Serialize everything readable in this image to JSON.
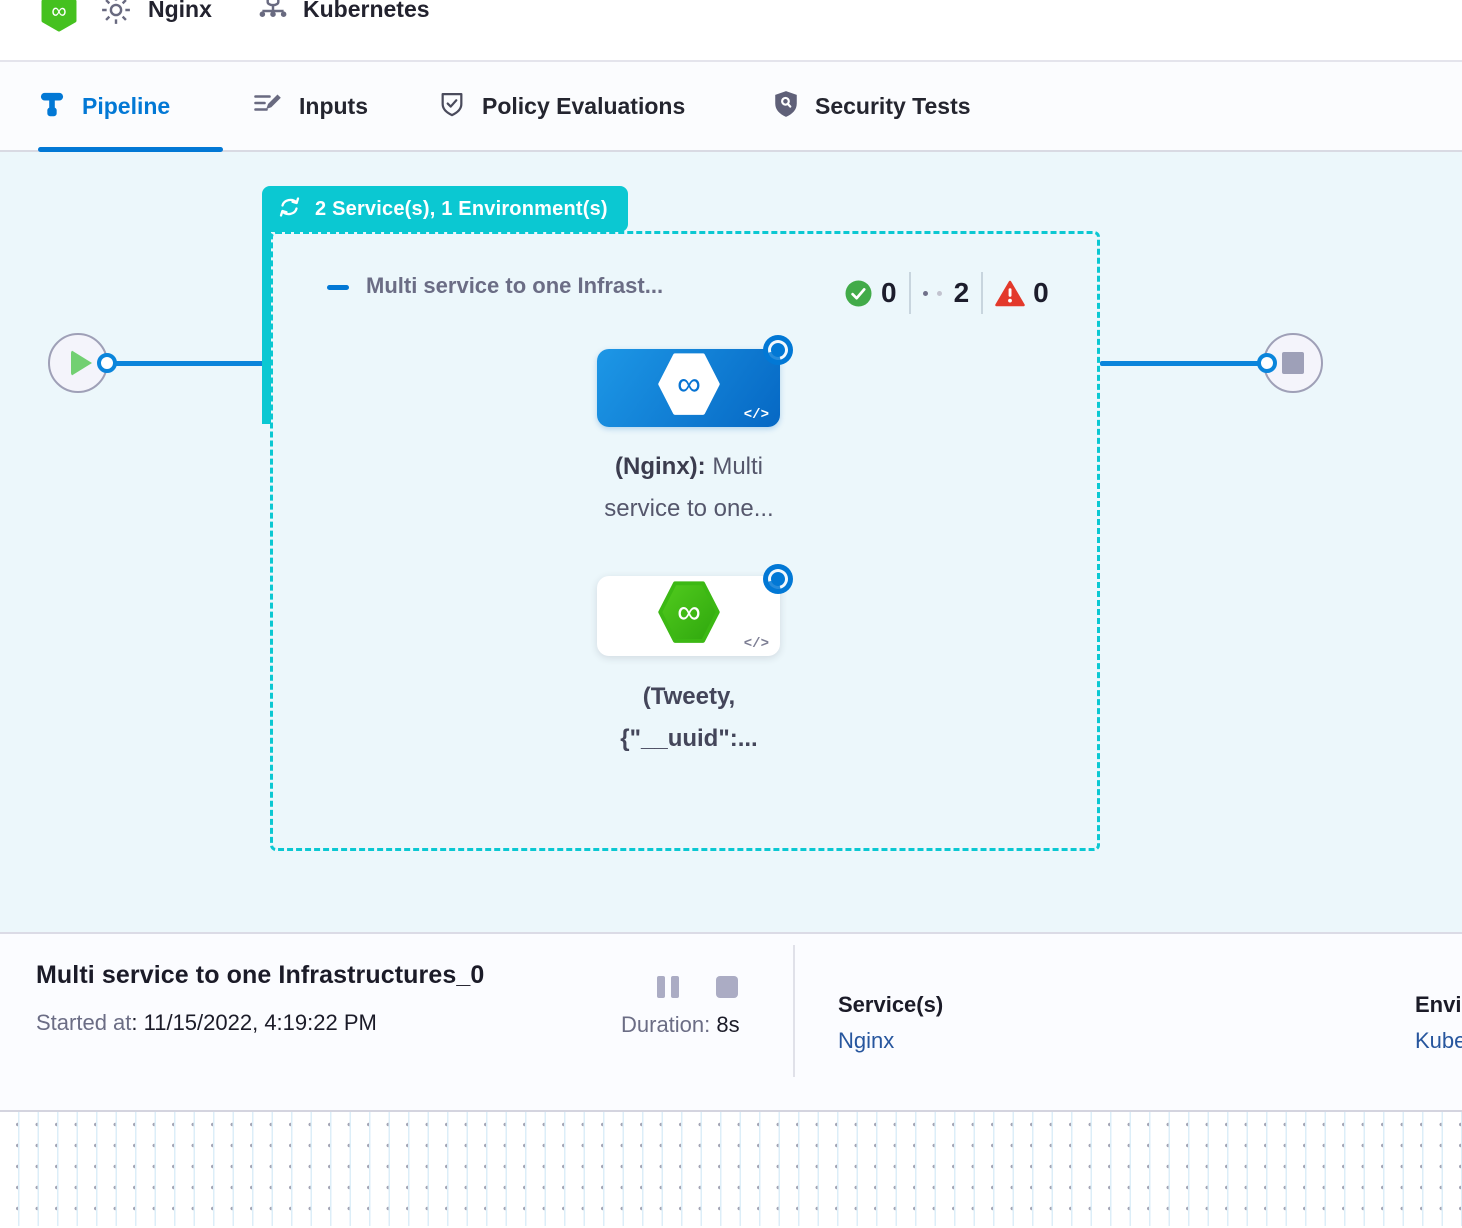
{
  "header": {
    "pipeline_name": "Nginx",
    "environment_name": "Kubernetes"
  },
  "tabs": [
    {
      "label": "Pipeline",
      "active": true
    },
    {
      "label": "Inputs",
      "active": false
    },
    {
      "label": "Policy Evaluations",
      "active": false
    },
    {
      "label": "Security Tests",
      "active": false
    }
  ],
  "canvas": {
    "stage_badge_label": "2 Service(s), 1 Environment(s)",
    "stage": {
      "title": "Multi service to one Infrast...",
      "counts": {
        "success": "0",
        "running": "2",
        "failed": "0"
      },
      "node1": {
        "bold": "(Nginx)",
        "sep": ":",
        "rest1": " Multi",
        "line2": "service to one..."
      },
      "node2": {
        "line1": "(Tweety,",
        "line2": "{\"__uuid\":..."
      }
    }
  },
  "footer": {
    "title": "Multi service to one Infrastructures_0",
    "started_label": "Started at",
    "started_value": ": 11/15/2022, 4:19:22 PM",
    "duration_label": "Duration:",
    "duration_value": " 8s",
    "services_label": "Service(s)",
    "services_value": "Nginx",
    "environments_label": "Environment(s)",
    "environments_value": "Kubernetes"
  },
  "icons": {
    "code_glyph": "</>",
    "infinity_glyph": "∞"
  },
  "colors": {
    "teal": "#0BC8D2",
    "accent_blue": "#0278D5",
    "flow_blue": "#0B85DB",
    "success_green": "#42AB49",
    "fail_red": "#E3392B",
    "link_navy": "#27569E"
  }
}
